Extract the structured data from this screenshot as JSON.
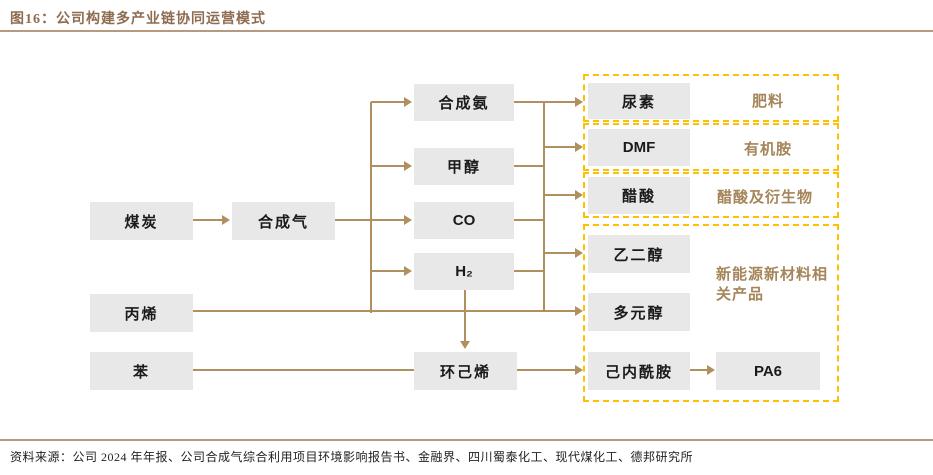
{
  "title": "图16：公司构建多产业链协同运营模式",
  "source": "资料来源：公司 2024 年年报、公司合成气综合利用项目环境影响报告书、金融界、四川蜀泰化工、现代煤化工、德邦研究所",
  "nodes": {
    "coal": "煤炭",
    "propylene": "丙烯",
    "benzene": "苯",
    "syngas": "合成气",
    "ammonia": "合成氨",
    "methanol": "甲醇",
    "co": "CO",
    "h2": "H₂",
    "cyclohexene": "环己烯",
    "urea": "尿素",
    "dmf": "DMF",
    "acetic_acid": "醋酸",
    "ethylene_glycol": "乙二醇",
    "polyols": "多元醇",
    "caprolactam": "己内酰胺",
    "pa6": "PA6"
  },
  "categories": {
    "fertilizer": "肥料",
    "organic_amines": "有机胺",
    "acetic_acid_derivatives": "醋酸及衍生物",
    "new_energy_materials": "新能源新材料相关产品"
  },
  "edges": [
    {
      "from": "coal",
      "to": "syngas"
    },
    {
      "from": "syngas",
      "to": "ammonia"
    },
    {
      "from": "syngas",
      "to": "methanol"
    },
    {
      "from": "syngas",
      "to": "co"
    },
    {
      "from": "syngas",
      "to": "h2"
    },
    {
      "from": "ammonia",
      "to": "urea"
    },
    {
      "from": "methanol",
      "to": "dmf"
    },
    {
      "from": "co",
      "to": "acetic_acid"
    },
    {
      "from": "h2",
      "to": "ethylene_glycol"
    },
    {
      "from": "propylene",
      "to": "polyols"
    },
    {
      "from": "h2",
      "to": "cyclohexene"
    },
    {
      "from": "benzene",
      "to": "cyclohexene"
    },
    {
      "from": "cyclohexene",
      "to": "caprolactam"
    },
    {
      "from": "caprolactam",
      "to": "pa6"
    }
  ],
  "colors": {
    "connector_brown": "#B1905F",
    "dashed_yellow": "#FFC000",
    "node_gray": "#E8E8E8",
    "title_brown": "#8D6C50",
    "category_label_brown": "#A58559"
  }
}
